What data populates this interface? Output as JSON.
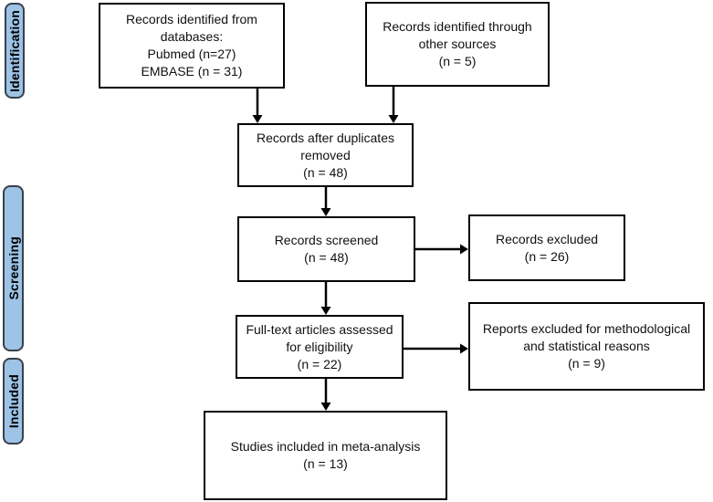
{
  "diagram_type": "prisma-flow-diagram",
  "colors": {
    "background": "#FFFFFF",
    "box_border": "#000000",
    "stage_fill": "#9DC3E6",
    "stage_border": "#39404B",
    "arrow": "#000000",
    "text": "#111111"
  },
  "stages": {
    "identification": "Identification",
    "screening": "Screening",
    "included": "Included"
  },
  "boxes": {
    "identified_databases": "Records identified from\ndatabases:\nPubmed (n=27)\nEMBASE (n = 31)",
    "identified_other": "Records identified through\nother sources\n(n = 5)",
    "after_duplicates": "Records after duplicates\nremoved\n(n = 48)",
    "screened": "Records screened\n(n = 48)",
    "records_excluded": "Records excluded\n(n = 26)",
    "fulltext_assessed": "Full-text articles assessed\nfor eligibility\n(n = 22)",
    "reports_excluded": "Reports excluded for methodological\nand statistical reasons\n(n = 9)",
    "included_meta_analysis": "Studies included in meta-analysis\n(n = 13)"
  },
  "counts": {
    "pubmed": 27,
    "embase": 31,
    "other_sources": 5,
    "after_duplicates_removed": 48,
    "records_screened": 48,
    "records_excluded": 26,
    "fulltext_assessed": 22,
    "reports_excluded": 9,
    "studies_included_meta_analysis": 13
  }
}
